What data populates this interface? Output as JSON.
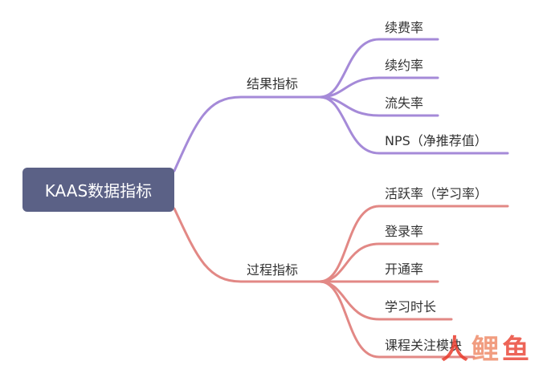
{
  "root": {
    "label": "KAAS数据指标"
  },
  "branches": [
    {
      "label": "结果指标",
      "color": "#a58ad8",
      "children": [
        "续费率",
        "续约率",
        "流失率",
        "NPS（净推荐值）"
      ]
    },
    {
      "label": "过程指标",
      "color": "#e28885",
      "children": [
        "活跃率（学习率）",
        "登录率",
        "开通率",
        "学习时长",
        "课程关注模块"
      ]
    }
  ],
  "watermark": {
    "chars": [
      "人",
      "鲤",
      "鱼"
    ]
  }
}
